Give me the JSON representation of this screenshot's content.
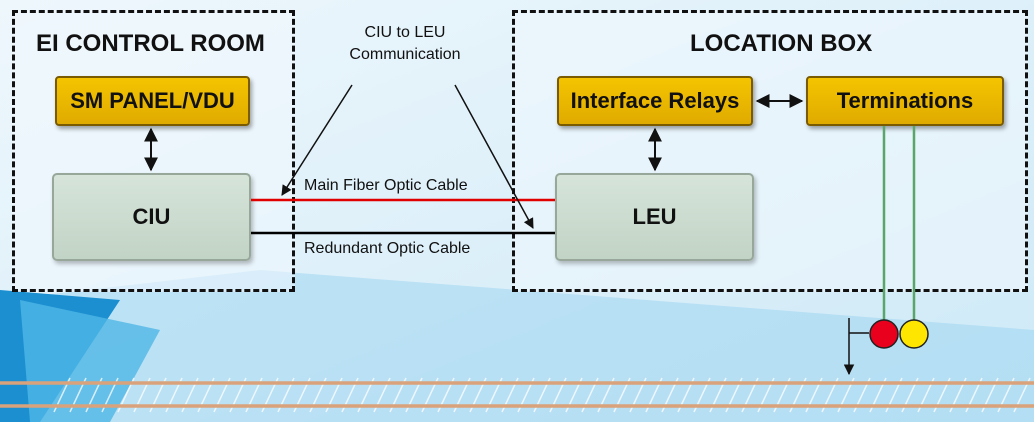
{
  "control_room": {
    "title": "EI CONTROL ROOM",
    "sm_panel": "SM PANEL/VDU",
    "ciu": "CIU"
  },
  "location_box": {
    "title": "LOCATION BOX",
    "interface_relays": "Interface Relays",
    "terminations": "Terminations",
    "leu": "LEU"
  },
  "callout": {
    "line1": "CIU to LEU",
    "line2": "Communication"
  },
  "cables": {
    "main": "Main Fiber Optic Cable",
    "redundant": "Redundant Optic Cable"
  },
  "colors": {
    "main_cable": "#e00000",
    "redundant_cable": "#000000",
    "signal_red": "#e8001c",
    "signal_yellow": "#ffe600",
    "feed_wire": "#5aa66a",
    "rail": "#d9a27a"
  }
}
